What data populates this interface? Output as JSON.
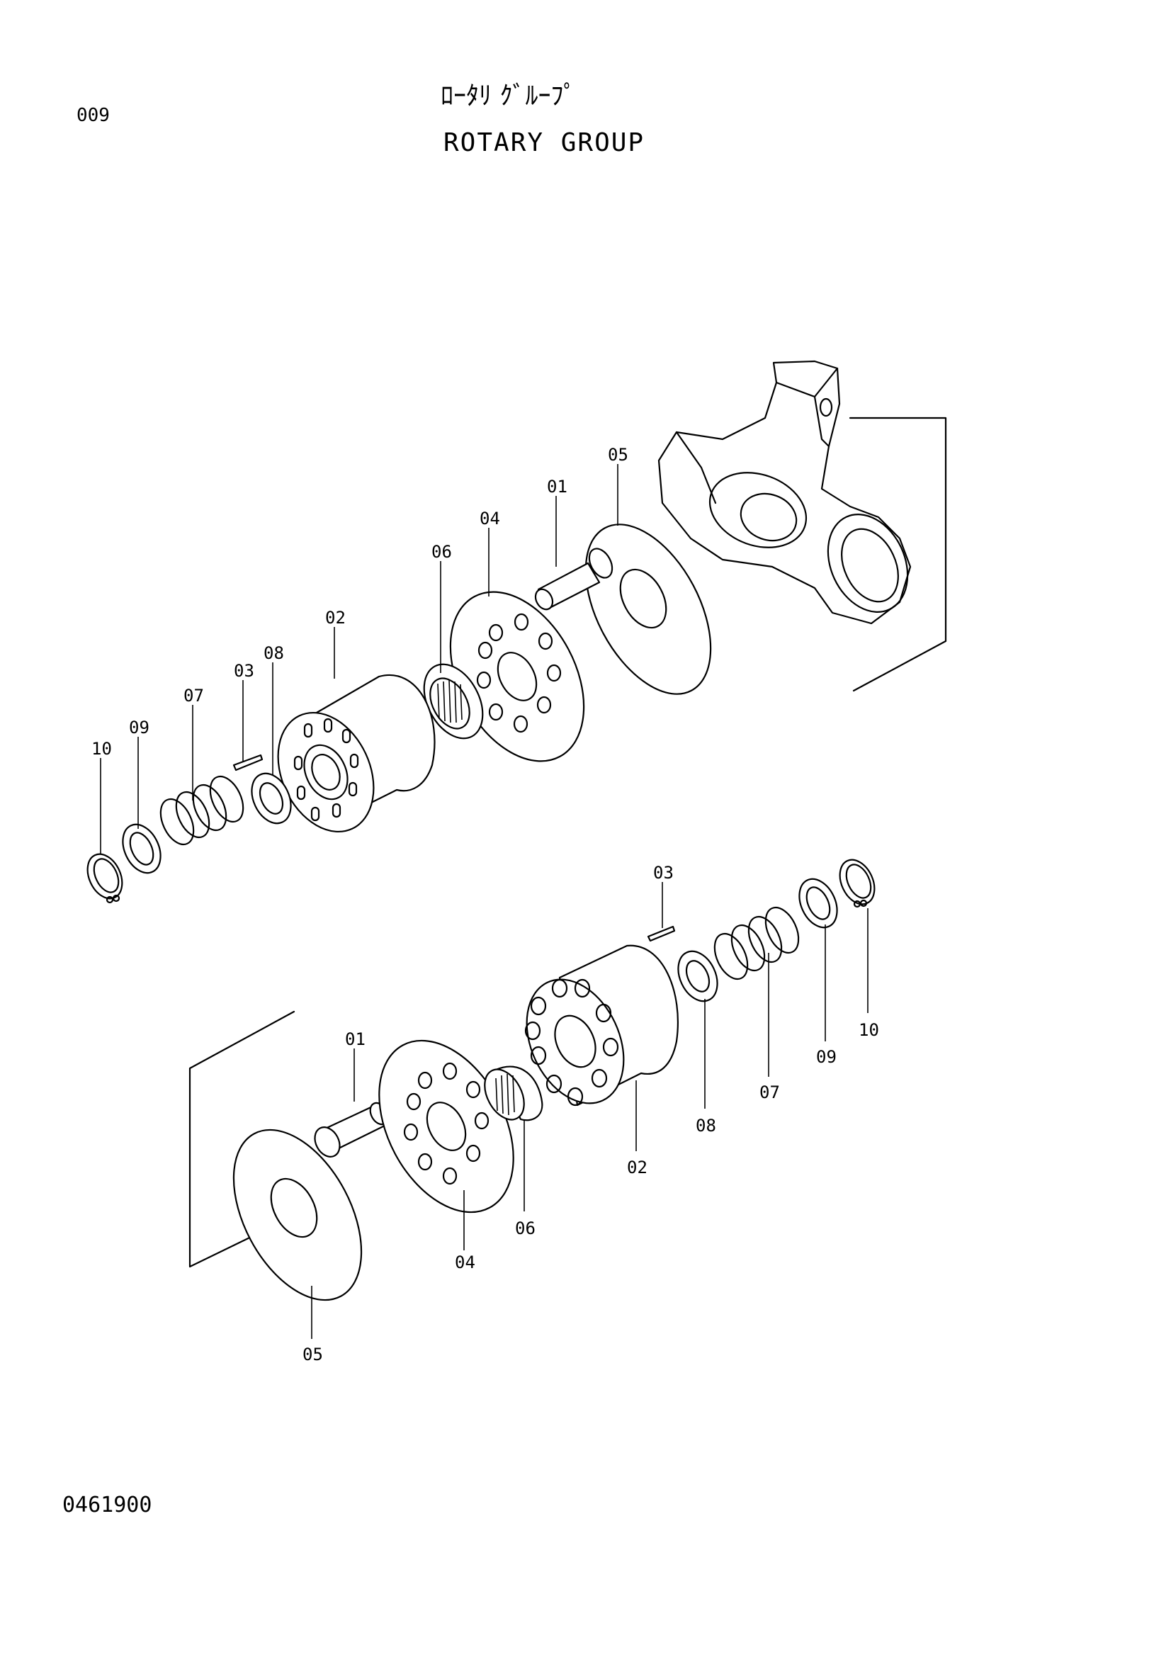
{
  "header": {
    "page_number": "009",
    "title_ja": "ﾛｰﾀﾘ ｸﾞﾙｰﾌﾟ",
    "title_en": "ROTARY GROUP"
  },
  "footer": {
    "drawing_number": "0461900"
  },
  "upper_assembly": {
    "callouts": [
      "05",
      "01",
      "04",
      "06",
      "02",
      "08",
      "03",
      "07",
      "09",
      "10"
    ]
  },
  "lower_assembly": {
    "callouts": [
      "03",
      "10",
      "09",
      "07",
      "08",
      "02",
      "06",
      "04",
      "01",
      "05"
    ]
  }
}
